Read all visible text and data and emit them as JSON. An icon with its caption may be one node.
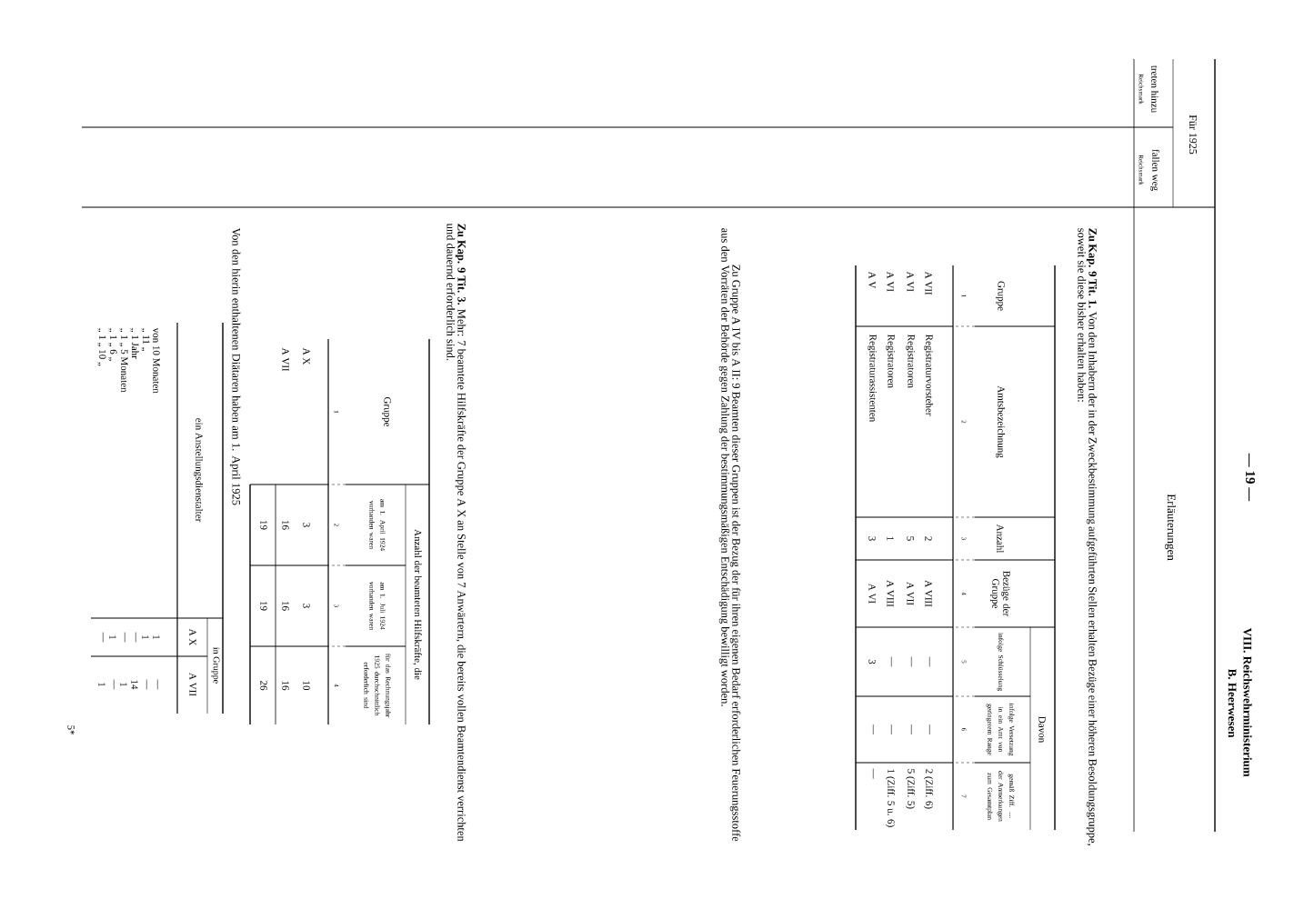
{
  "diagram": {
    "title": "Erläuterungen",
    "labels": [
      "Für 1925",
      "treten hinzu",
      "fallen weg",
      "Reichsmark",
      "Reichsmark",
      "— 19 —",
      "VIII. Reichswehrministerium",
      "B. Heerwesen",
      "**Zu Kap. 9 Tit. 1.** Von den Inhabern der in der Zweckbestimmung aufgeführten Stellen erhalten Bezüge einer höheren Besoldungsgruppe, soweit sie diese bisher erhalten haben:",
      "Gruppe",
      "Amtsbezeichnung",
      "Anzahl",
      "Bezüge der Gruppe",
      "Davon",
      "infolge Schlüsselung",
      "infolge Versetzung in ein Amt von geringerem Range",
      "gemäß Ziff. .... der Anmerkungen zum Gesamtplan",
      "1",
      "2",
      "3",
      "4",
      "5",
      "6",
      "7",
      "A VII",
      "Registraturvorsteher",
      "2",
      "A VIII",
      "—",
      "—",
      "2 (Ziff. 6)",
      "A VI",
      "Registratoren",
      "5",
      "A VII",
      "—",
      "—",
      "5 (Ziff. 5)",
      "A VI",
      "Registratoren",
      "1",
      "A VIII",
      "—",
      "—",
      "1 (Ziff. 5 u. 6)",
      "A V",
      "Registraturassistenten",
      "3",
      "A VI",
      "3",
      "—",
      "—",
      "Zu Gruppe A IV bis A II: 9 Beamten dieser Gruppen ist der Bezug der für ihren eigenen Bedarf erforderlichen Feuerungsstoffe aus den Vorräten der Behörde gegen Zahlung der bestimmungsmäßigen Entschädigung bewilligt worden.",
      "**Zu Kap. 9 Tit. 3.** Mehr: 7 beamtete Hilfskräfte der Gruppe A X an Stelle von 7 Anwärtern, die bereits vollen Beamtendienst verrichten und dauernd erforderlich sind.",
      "Gruppe",
      "Anzahl der beamteten Hilfskräfte, die",
      "am 1. April 1924 vorhanden waren",
      "am 1. Juli 1924 vorhanden waren",
      "für das Rechnungsjahr 1925 durchschnittlich erforderlich sind",
      "1",
      "2",
      "3",
      "4",
      "A X",
      "3",
      "3",
      "10",
      "A VII",
      "16",
      "16",
      "16",
      "19",
      "19",
      "26",
      "Von den hierin enthaltenen Diätaren haben am 1. April 1925",
      "ein Anstellungsdienstalter",
      "in Gruppe",
      "A X",
      "A VII",
      "von 10 Monaten",
      "1",
      "—",
      "„ 11 „",
      "1",
      "—",
      "„ 1 Jahr",
      "—",
      "14",
      "„ 1 „ 5 Monaten",
      "—",
      "1",
      "„ 1 „ 6 „",
      "1",
      "—",
      "„ 1 „ 10 „",
      "—",
      "1",
      "5*"
    ]
  }
}
